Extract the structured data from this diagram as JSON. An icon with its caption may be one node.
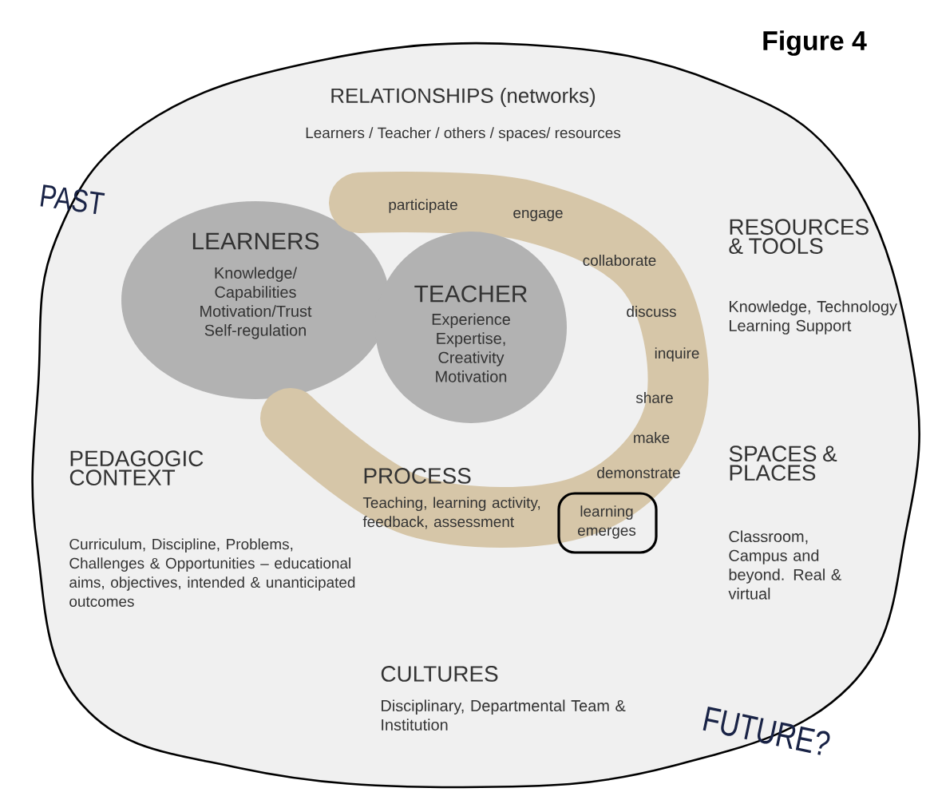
{
  "diagram": {
    "nodes": [
      {
        "text": [
          "RELATIONSHIPS (networks)",
          "Learners / Teacher / others / spaces/ resources"
        ]
      },
      {
        "text": [
          "LEARNERS",
          "Knowledge/ Capabilities Motivation/Trust Self-regulation"
        ],
        "in": 0
      },
      {
        "text": [
          "TEACHER",
          "Experience Expertise, Creativity Motivation"
        ],
        "in": 3
      },
      {
        "text": [
          "participate",
          "engage",
          "collaborate",
          "discuss",
          "inquire",
          "share",
          "make",
          "demonstrate",
          "PROCESS",
          "Teaching, learning activity,  feedback, assessment"
        ],
        "in": 0
      },
      {
        "text": [
          "learning emerges"
        ],
        "in": 3
      }
    ],
    "labels": [
      "Figure 4",
      "PAST",
      "RESOURCES & TOOLS",
      "Knowledge, Technology Learning Support",
      "PEDAGOGIC CONTEXT",
      "Curriculum, Discipline, Problems,  Challenges & Opportunities –  educational aims, objectives, intended & unanticipated outcomes",
      "SPACES & PLACES",
      "Classroom, Campus and beyond. Real & virtual",
      "CULTURES",
      "Disciplinary, Departmental Team & Institution",
      "FUTURE?"
    ]
  }
}
